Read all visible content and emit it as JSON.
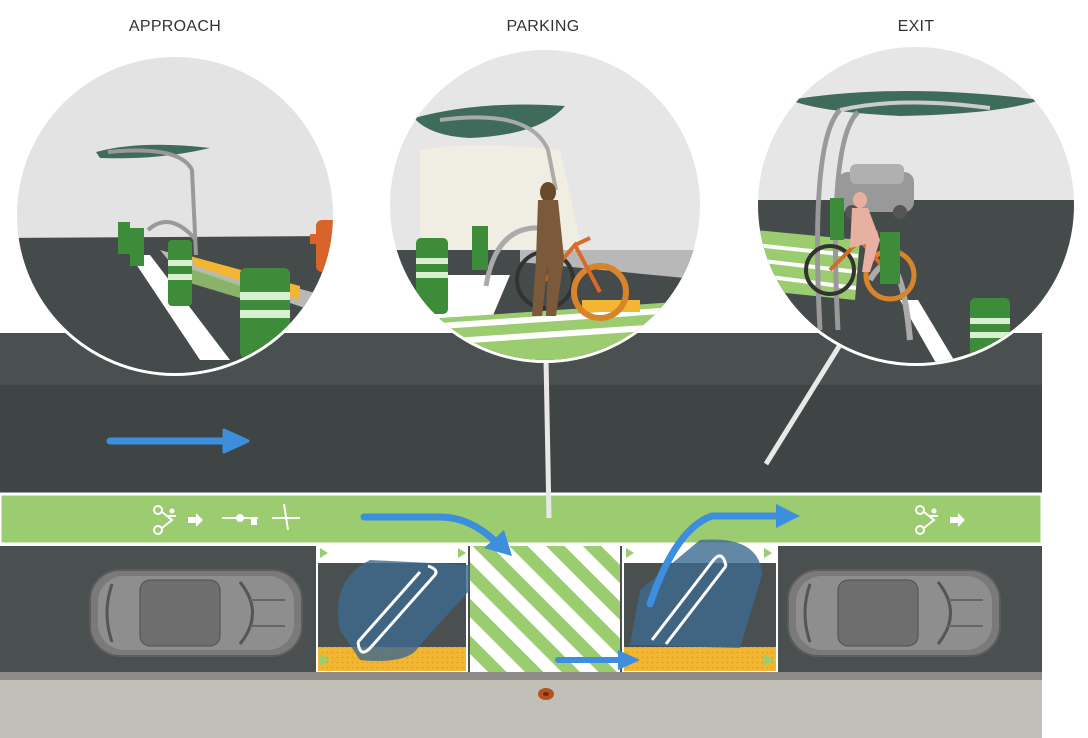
{
  "labels": {
    "approach": "APPROACH",
    "parking": "PARKING",
    "exit": "EXIT"
  },
  "colors": {
    "road": "#4a5050",
    "road_dark": "#3c4242",
    "bike_lane": "#9ccc70",
    "hatch": "#9ccc70",
    "flow_arrow": "#3e8ede",
    "rack_area": "#3c6a8e",
    "yellow_zone": "#f2b632",
    "sidewalk": "#c2bfb8",
    "bollard": "#3d8c3a"
  },
  "icons": [
    "bike-symbol-icon",
    "arrow-right-icon",
    "flow-arrow-icon",
    "car-icon",
    "bike-rack-icon",
    "manhole-icon",
    "bicyclist-icon",
    "fire-hydrant-icon",
    "bollard-icon"
  ]
}
